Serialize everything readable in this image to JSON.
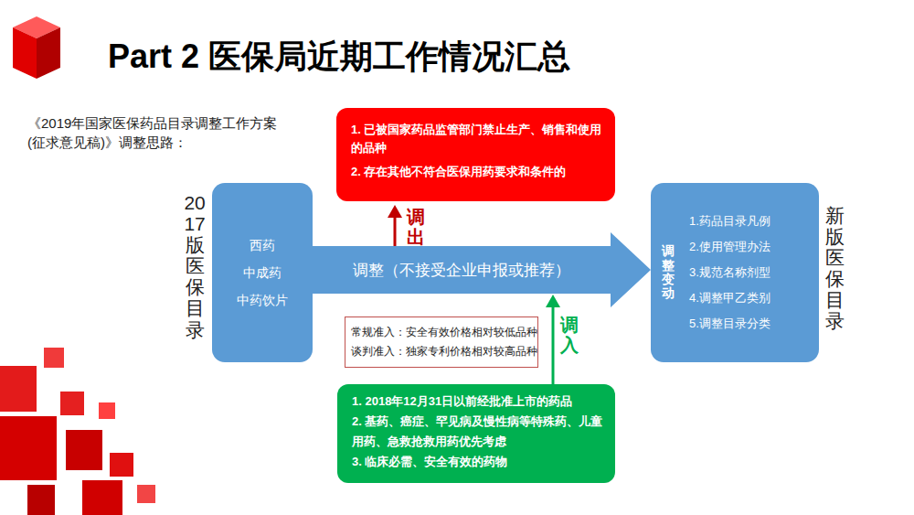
{
  "diagram": {
    "title": "Part 2 医保局近期工作情况汇总",
    "nodes": [
      {
        "text": [
          "1. 已被国家药品监管部门禁止生产、销售和使用的品种",
          "2. 存在其他不符合医保用药要求和条件的"
        ]
      },
      {
        "text": [
          "西药",
          "中成药",
          "中药饮片"
        ]
      },
      {
        "text": [
          "调整变动",
          "1.药品目录凡例",
          "2.使用管理办法",
          "3.规范名称剂型",
          "4.调整甲乙类别",
          "5.调整目录分类"
        ]
      },
      {
        "text": [
          "常规准入：安全有效价格相对较低品种",
          "谈判准入：独家专利价格相对较高品种"
        ]
      },
      {
        "text": [
          "1. 2018年12月31日以前经批准上市的药品",
          "2. 基药、癌症、罕见病及慢性病等特殊药、儿童用药、急救抢救用药优先考虑",
          "3. 临床必需、安全有效的药物"
        ]
      }
    ],
    "edges": [
      {
        "from": 1,
        "to": 2,
        "arrow": "to",
        "label": "调整（不接受企业申报或推荐）"
      }
    ],
    "labels": [
      "《2019年国家医保药品目录调整工作方案(征求意见稿)》调整思路：",
      "2017版医保目录",
      "新版医保目录",
      "调出",
      "调入"
    ]
  }
}
